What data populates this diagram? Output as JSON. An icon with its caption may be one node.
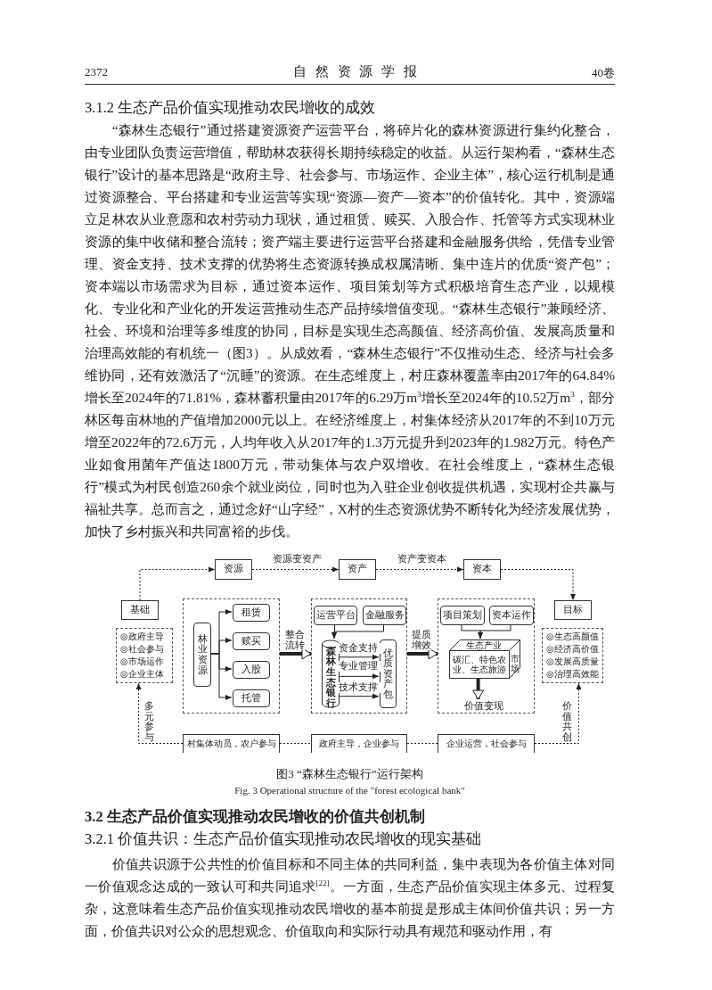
{
  "diagram": {
    "caption": "图3 “森林生态银行”运行架构",
    "nodes": [
      {
        "text": [
          "资源"
        ]
      },
      {
        "text": [
          "资产"
        ]
      },
      {
        "text": [
          "资本"
        ]
      },
      {
        "text": [
          "基础"
        ]
      },
      {
        "text": [
          "目标"
        ]
      },
      {
        "text": [
          "◎政府主导",
          "◎社会参与",
          "◎市场运作",
          "◎企业主体"
        ]
      },
      {
        "text": [],
        "shape": "box"
      },
      {
        "text": [
          "林业资源"
        ],
        "in": 6
      },
      {
        "text": [
          "租赁"
        ],
        "in": 6
      },
      {
        "text": [
          "赎买"
        ],
        "in": 6
      },
      {
        "text": [
          "入股"
        ],
        "in": 6
      },
      {
        "text": [
          "托管"
        ],
        "in": 6
      },
      {
        "text": [],
        "shape": "box"
      },
      {
        "text": [
          "运营平台"
        ],
        "in": 12
      },
      {
        "text": [
          "金融服务"
        ],
        "in": 12
      },
      {
        "text": [
          "森林生态银行"
        ],
        "in": 12
      },
      {
        "text": [
          "优质资产包"
        ],
        "in": 12
      },
      {
        "text": [],
        "shape": "box"
      },
      {
        "text": [
          "项目策划"
        ],
        "in": 17
      },
      {
        "text": [
          "资本运作"
        ],
        "in": 17
      },
      {
        "text": [
          "生态产业",
          "碳汇、特色农业、生态旅游",
          "市场"
        ],
        "in": 17
      },
      {
        "text": [
          "价值变现"
        ],
        "in": 17
      },
      {
        "text": [
          "◎生态高颜值",
          "◎经济高价值",
          "◎发展高质量",
          "◎治理高效能"
        ]
      },
      {
        "text": [
          "村集体动员，农户参与"
        ]
      },
      {
        "text": [
          "政府主导，企业参与"
        ]
      },
      {
        "text": [
          "企业运营，社会参与"
        ]
      }
    ],
    "edges": [
      {
        "from": 3,
        "to": 0,
        "arrow": "to",
        "style": "dashed"
      },
      {
        "from": 0,
        "to": 1,
        "arrow": "to",
        "style": "dashed",
        "label": "资源变资产"
      },
      {
        "from": 1,
        "to": 2,
        "arrow": "to",
        "style": "dashed",
        "label": "资产变资本"
      },
      {
        "from": 2,
        "to": 4,
        "arrow": "to",
        "style": "dashed"
      },
      {
        "from": 7,
        "to": 8,
        "arrow": "to"
      },
      {
        "from": 7,
        "to": 9,
        "arrow": "to"
      },
      {
        "from": 7,
        "to": 10,
        "arrow": "to"
      },
      {
        "from": 7,
        "to": 11,
        "arrow": "to"
      },
      {
        "from": 6,
        "to": 12,
        "arrow": "to",
        "style": "thick",
        "label": "整合流转"
      },
      {
        "from": 12,
        "to": 17,
        "arrow": "to",
        "style": "thick",
        "label": "提质增效"
      },
      {
        "from": 13,
        "to": 15,
        "arrow": "to"
      },
      {
        "from": 14,
        "to": 15,
        "arrow": "to"
      },
      {
        "from": 15,
        "to": 16,
        "arrow": "to",
        "label": "资金支持"
      },
      {
        "from": 15,
        "to": 16,
        "arrow": "to",
        "label": "专业管理"
      },
      {
        "from": 15,
        "to": 16,
        "arrow": "to",
        "label": "技术支撑"
      },
      {
        "from": 18,
        "to": 20,
        "arrow": "to"
      },
      {
        "from": 19,
        "to": 20,
        "arrow": "to"
      },
      {
        "from": 20,
        "to": 21,
        "arrow": "to",
        "style": "thick"
      },
      {
        "from": 23,
        "to": 5,
        "arrow": "to",
        "style": "dashed",
        "label": "多元参与"
      },
      {
        "from": 25,
        "to": 22,
        "arrow": "to",
        "style": "dashed",
        "label": "价值共创"
      },
      {
        "from": 23,
        "to": 24,
        "arrow": "none",
        "style": "dashed"
      },
      {
        "from": 24,
        "to": 25,
        "arrow": "none",
        "style": "dashed"
      }
    ],
    "labels": [
      "2372",
      "自 然 资 源 学 报",
      "40卷",
      "3.1.2 生态产品价值实现推动农民增收的成效",
      "“森林生态银行”通过搭建资源资产运营平台，将碎片化的森林资源进行集约化整合，由专业团队负责运营增值，帮助林农获得长期持续稳定的收益。从运行架构看，“森林生态银行”设计的基本思路是“政府主导、社会参与、市场运作、企业主体”，核心运行机制是通过资源整合、平台搭建和专业运营等实现“资源—资产—资本”的价值转化。其中，资源端立足林农从业意愿和农村劳动力现状，通过租赁、赎买、入股合作、托管等方式实现林业资源的集中收储和整合流转；资产端主要进行运营平台搭建和金融服务供给，凭借专业管理、资金支持、技术支撑的优势将生态资源转换成权属清晰、集中连片的优质“资产包”；资本端以市场需求为目标，通过资本运作、项目策划等方式积极培育生态产业，以规模化、专业化和产业化的开发运营推动生态产品持续增值变现。“森林生态银行”兼顾经济、社会、环境和治理等多维度的协同，目标是实现生态高颜值、经济高价值、发展高质量和治理高效能的有机统一（图3）。从成效看，“森林生态银行”不仅推动生态、经济与社会多维协同，还有效激活了“沉睡”的资源。在生态维度上，村庄森林覆盖率由2017年的64.84%增长至2024年的71.81%，森林蓄积量由2017年的6.29万m$^{3}$增长至2024年的10.52万m$^{3}$，部分林区每亩林地的产值增加2000元以上。在经济维度上，村集体经济从2017年的不到10万元增至2022年的72.6万元，人均年收入从2017年的1.3万元提升到2023年的1.982万元。特色产业如食用菌年产值达1800万元，带动集体与农户双增收。在社会维度上，“森林生态银行”模式为村民创造260余个就业岗位，同时也为入驻企业创收提供机遇，实现村企共赢与福祉共享。总而言之，通过念好“山字经”，X村的生态资源优势不断转化为经济发展优势，加快了乡村振兴和共同富裕的步伐。",
      "Fig. 3 Operational structure of the \"forest ecological bank\"",
      "3.2 生态产品价值实现推动农民增收的价值共创机制",
      "3.2.1 价值共识：生态产品价值实现推动农民增收的现实基础",
      "价值共识源于公共性的价值目标和不同主体的共同利益，集中表现为各价值主体对同一价值观念达成的一致认可和共同追求$^{[22]}$。一方面，生态产品价值实现主体多元、过程复杂，这意味着生态产品价值实现推动农民增收的基本前提是形成主体间价值共识；另一方面，价值共识对公众的思想观念、价值取向和实际行动具有规范和驱动作用，有"
    ]
  }
}
